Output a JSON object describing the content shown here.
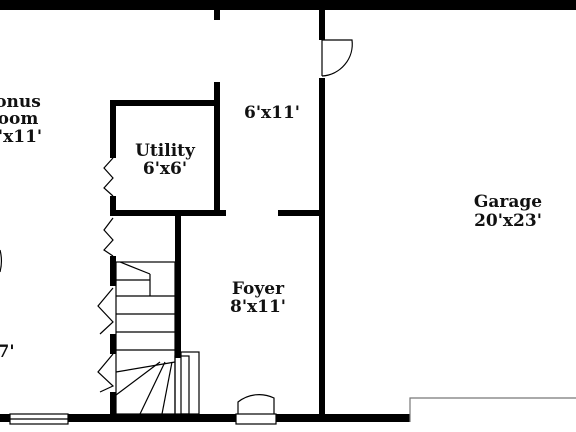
{
  "rooms": {
    "bonus_room_name_line1": "onus",
    "bonus_room_name_line2": "oom",
    "bonus_room_size": "'x11'",
    "bonus_room_lower_size": "7'",
    "hall_size": "6'x11'",
    "utility_name": "Utility",
    "utility_size": "6'x6'",
    "foyer_name": "Foyer",
    "foyer_size": "8'x11'",
    "garage_name": "Garage",
    "garage_size": "20'x23'"
  },
  "colors": {
    "wall": "#000000",
    "background": "#ffffff"
  },
  "icons": {
    "doors": "door-swing-icon",
    "bifold_doors": "bifold-door-icon",
    "stairs": "staircase-icon",
    "window": "window-icon"
  }
}
